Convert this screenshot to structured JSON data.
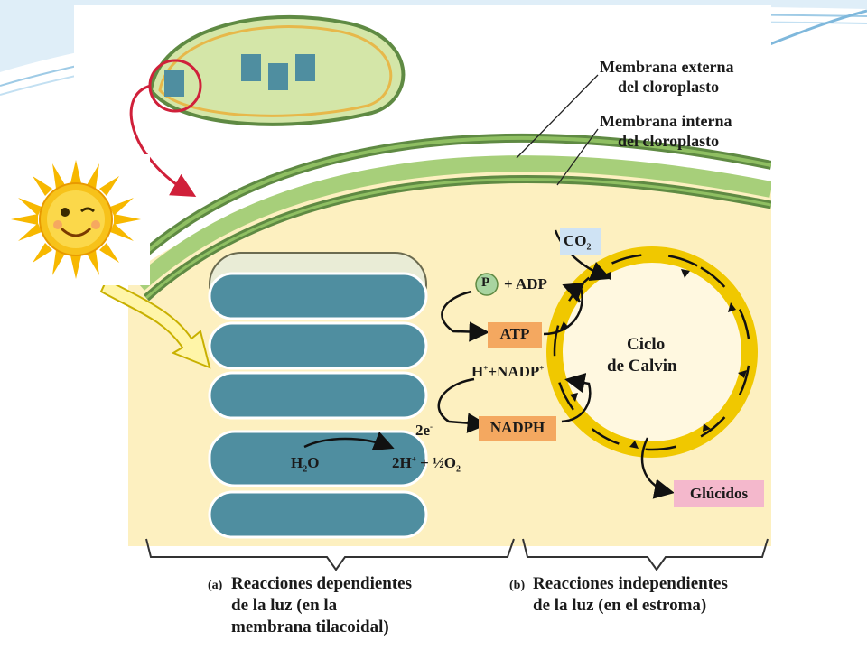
{
  "labels": {
    "outer_membrane_line1": "Membrana externa",
    "outer_membrane_line2": "del cloroplasto",
    "inner_membrane_line1": "Membrana interna",
    "inner_membrane_line2": "del cloroplasto"
  },
  "molecules": {
    "co2": "CO",
    "co2_sub": "2",
    "p_symbol": "P",
    "plus_adp": "+ ADP",
    "atp": "ATP",
    "h_plus_nadp": "H",
    "h_sup": "+",
    "nadp": "+NADP",
    "nadp_sup": "+",
    "nadph": "NADPH",
    "two_e": "2e",
    "two_e_sup": "-",
    "water": "H",
    "water_sub": "2",
    "water_o": "O",
    "products": "2H",
    "products_sup": "+",
    "half_o2": "+ ½O",
    "half_o2_sub": "2",
    "glucidos": "Glúcidos"
  },
  "calvin": {
    "line1": "Ciclo",
    "line2": "de Calvin"
  },
  "captions": {
    "a_marker": "(a)",
    "a_line1": "Reacciones dependientes",
    "a_line2": "de la luz (en la",
    "a_line3": "membrana tilacoidal)",
    "b_marker": "(b)",
    "b_line1": "Reacciones independientes",
    "b_line2": "de la luz (en el estroma)"
  },
  "colors": {
    "stroma": "#fdf0c0",
    "membrane_green": "#6f9a4f",
    "thylakoid": "#4f8ea0",
    "calvin_ring": "#f0c800",
    "atp_box": "#f4a860",
    "co2_box": "#cfe3f4",
    "glucidos_box": "#f4b8cc",
    "p_circle": "#a8d4a0",
    "sun": "#f7c21a"
  }
}
